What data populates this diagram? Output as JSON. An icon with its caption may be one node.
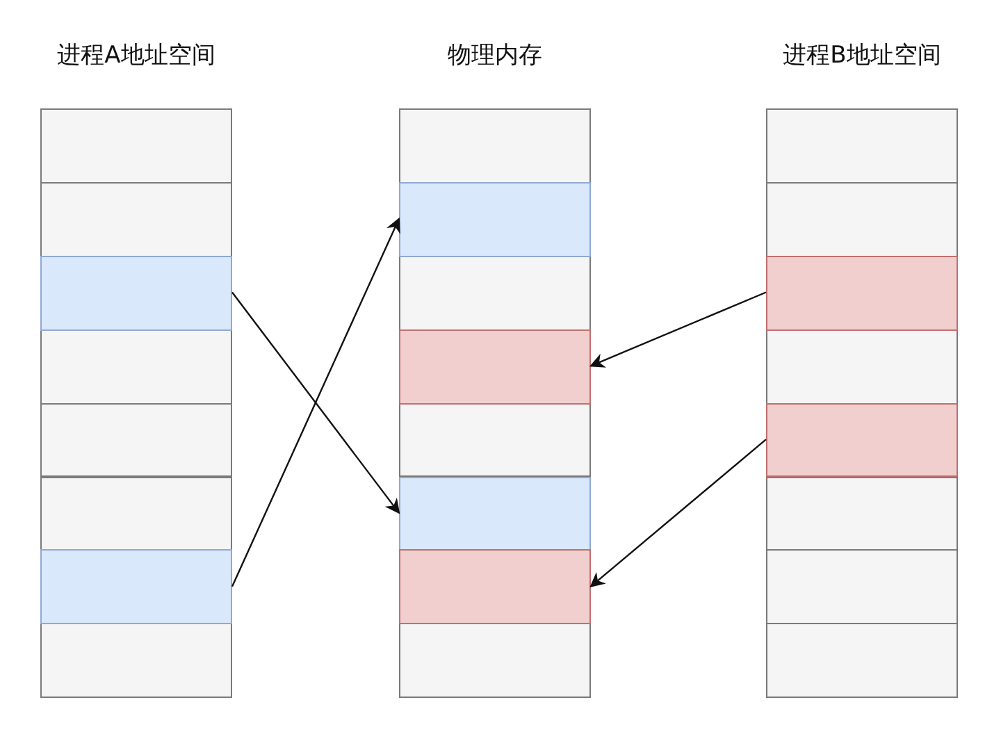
{
  "diagram": {
    "nodes": [
      {
        "text": [],
        "shape": "box"
      },
      {
        "text": [],
        "shape": "box"
      },
      {
        "text": [],
        "shape": "box"
      },
      {
        "text": [],
        "shape": "box"
      },
      {
        "text": [],
        "shape": "box"
      },
      {
        "text": [],
        "shape": "box"
      },
      {
        "text": [],
        "shape": "box"
      },
      {
        "text": [],
        "shape": "box"
      },
      {
        "text": [],
        "shape": "box"
      },
      {
        "text": [],
        "shape": "box"
      },
      {
        "text": [],
        "shape": "box"
      },
      {
        "text": [],
        "shape": "box"
      },
      {
        "text": [],
        "shape": "box"
      },
      {
        "text": [],
        "shape": "box"
      },
      {
        "text": [],
        "shape": "box"
      },
      {
        "text": [],
        "shape": "box"
      },
      {
        "text": [],
        "shape": "box"
      },
      {
        "text": [],
        "shape": "box"
      },
      {
        "text": [],
        "shape": "box"
      },
      {
        "text": [],
        "shape": "box"
      },
      {
        "text": [],
        "shape": "box"
      },
      {
        "text": [],
        "shape": "box"
      },
      {
        "text": [],
        "shape": "box"
      },
      {
        "text": [],
        "shape": "box"
      }
    ],
    "edges": [
      {
        "from": 2,
        "to": 13,
        "arrow": "to"
      },
      {
        "from": 6,
        "to": 9,
        "arrow": "to"
      },
      {
        "from": 18,
        "to": 11,
        "arrow": "to"
      },
      {
        "from": 20,
        "to": 14,
        "arrow": "to"
      }
    ],
    "labels": [
      "进程A地址空间",
      "物理内存",
      "进程B地址空间"
    ]
  }
}
